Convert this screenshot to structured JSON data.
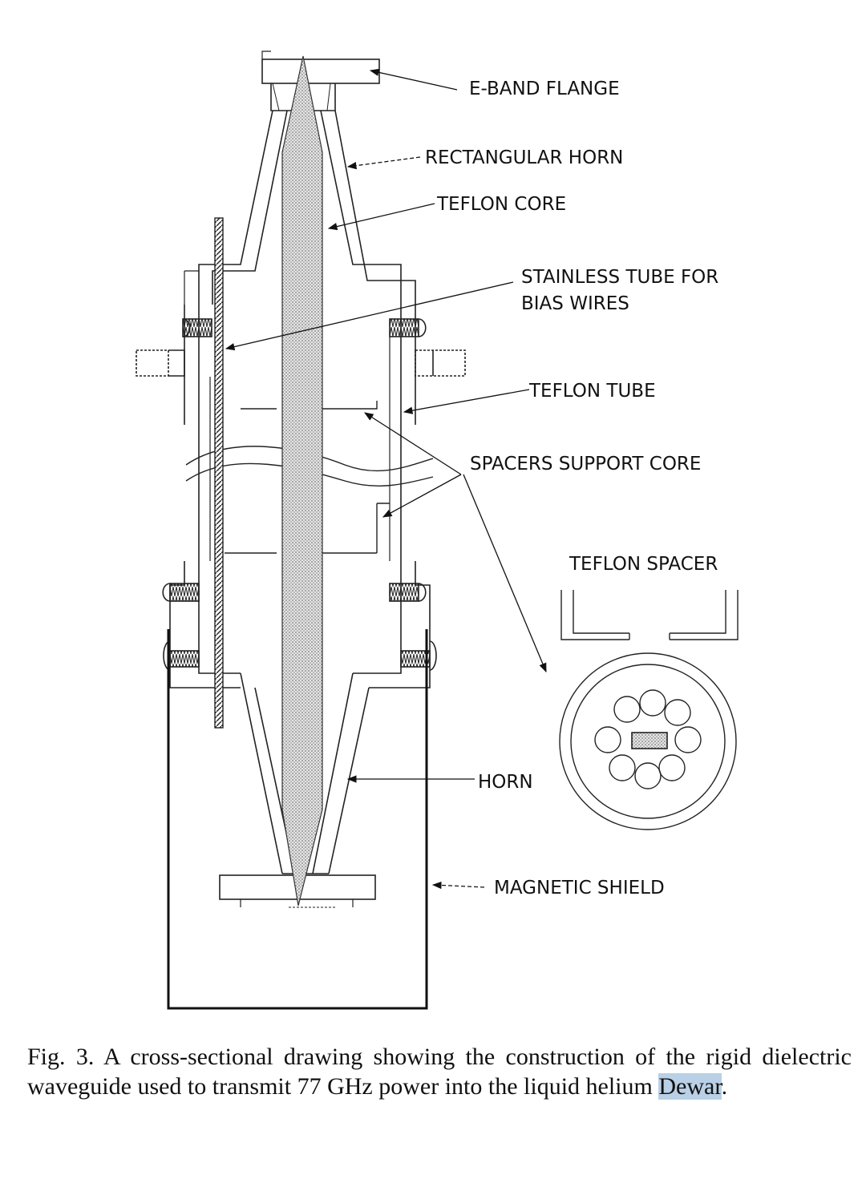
{
  "labels": {
    "e_band_flange": "E-BAND FLANGE",
    "rectangular_horn": "RECTANGULAR HORN",
    "teflon_core": "TEFLON CORE",
    "stainless_tube_line1": "STAINLESS TUBE FOR",
    "stainless_tube_line2": "BIAS WIRES",
    "teflon_tube": "TEFLON TUBE",
    "spacers_support_core": "SPACERS SUPPORT CORE",
    "teflon_spacer": "TEFLON SPACER",
    "horn": "HORN",
    "magnetic_shield": "MAGNETIC SHIELD"
  },
  "caption": {
    "main": "Fig. 3.  A cross-sectional drawing showing the construction of the rigid dielectric waveguide used to transmit 77 GHz power into the liquid helium ",
    "highlighted": "Dewar",
    "end": "."
  }
}
